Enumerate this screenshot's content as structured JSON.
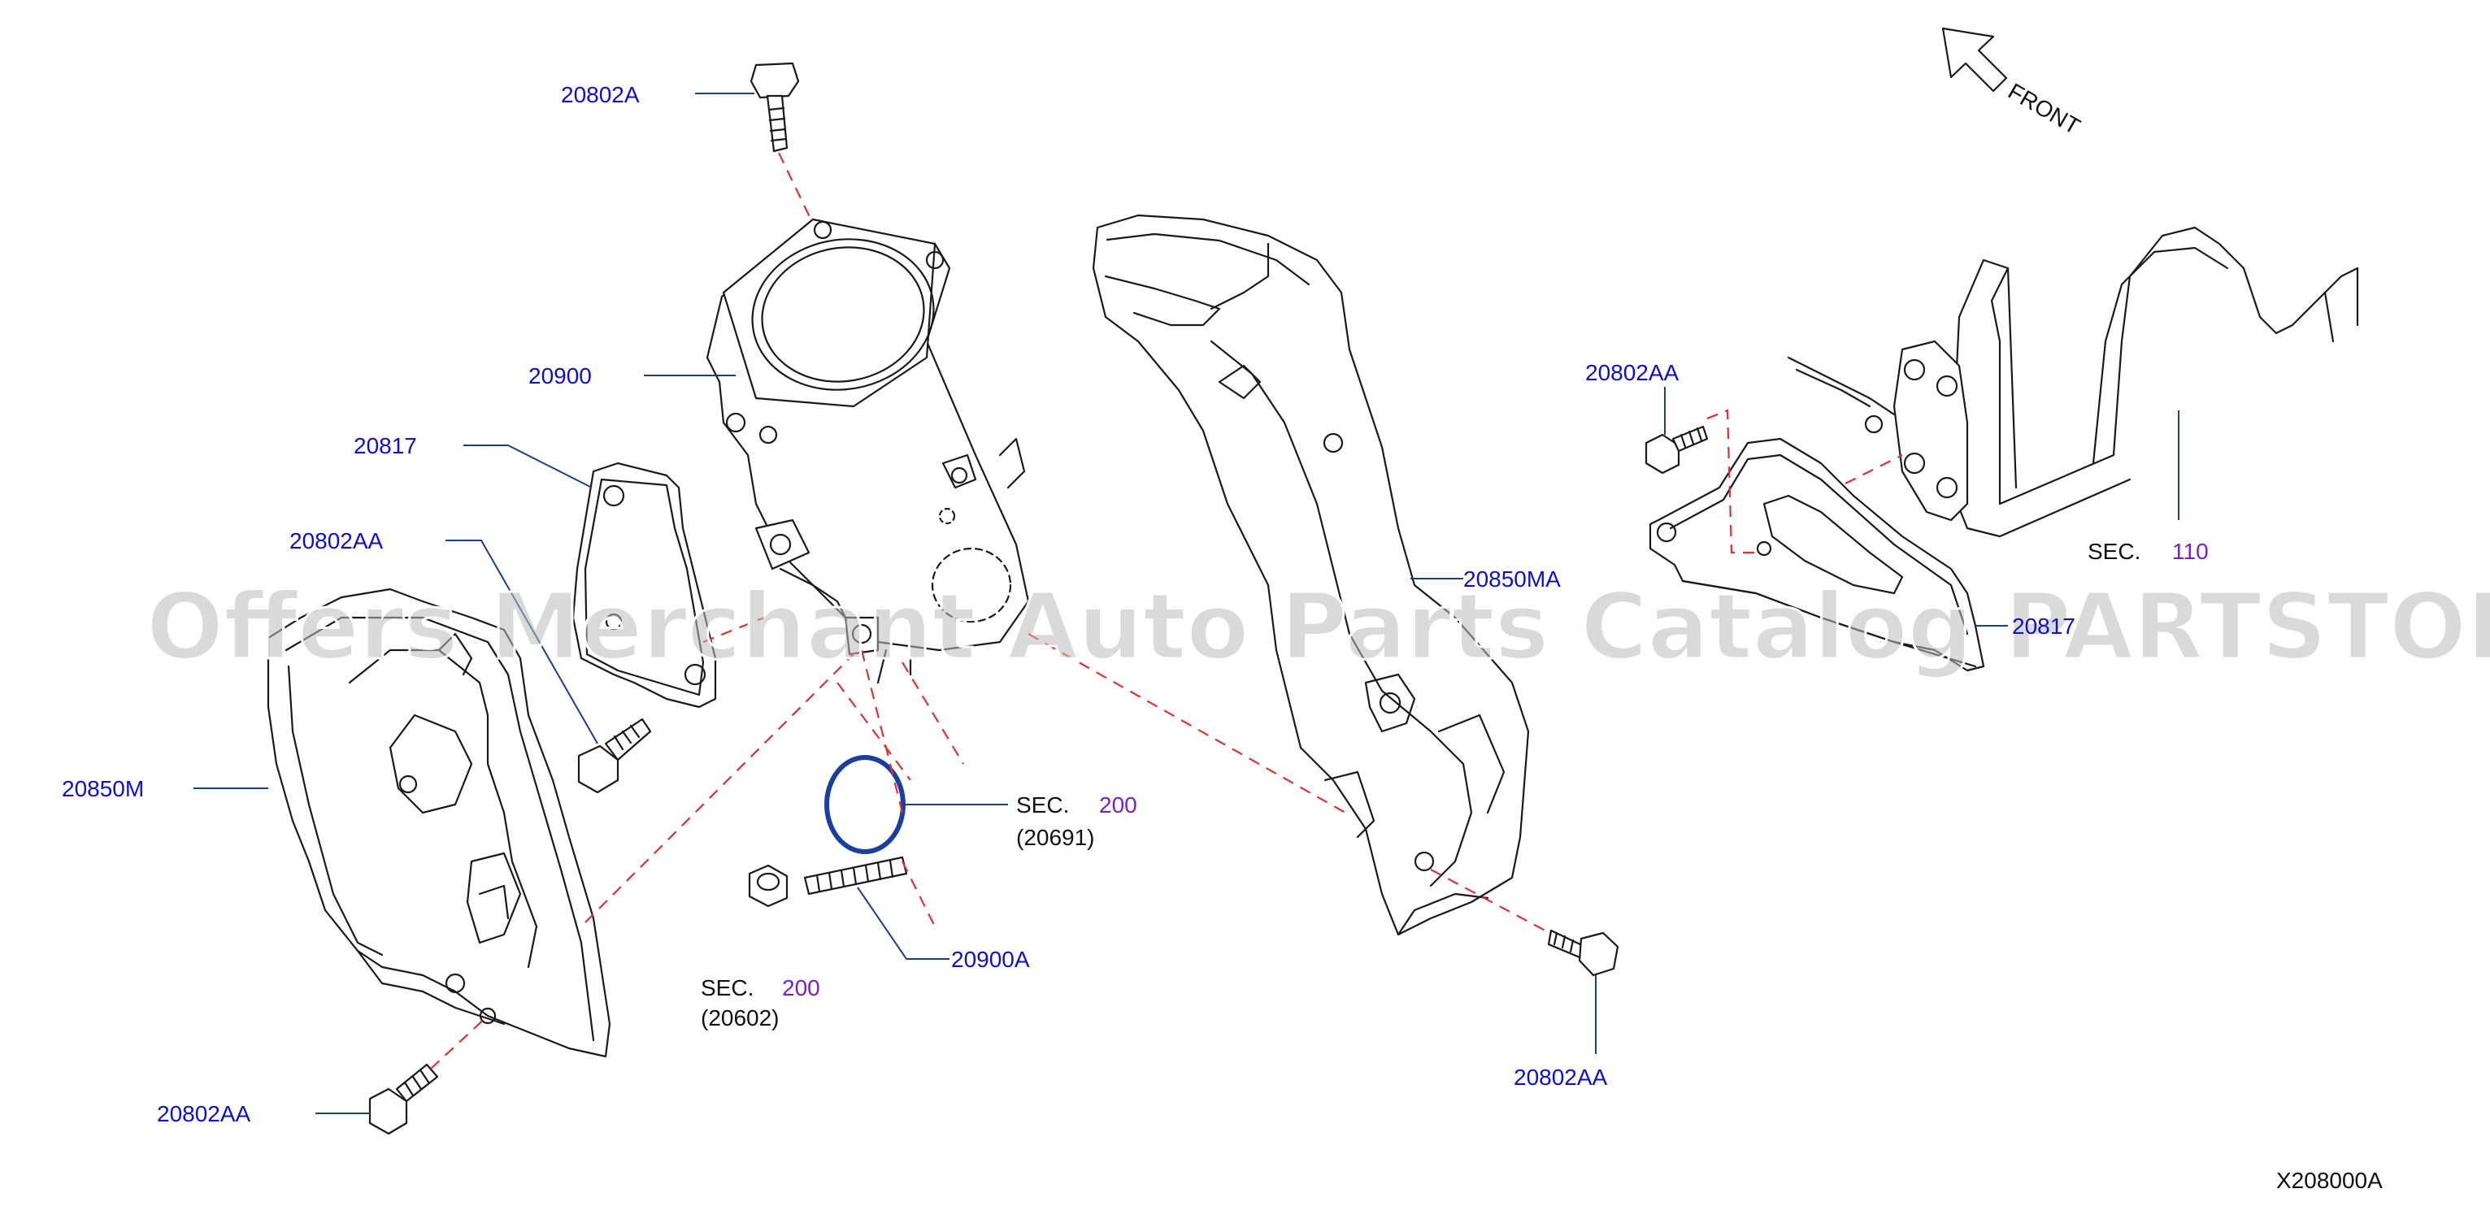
{
  "watermark": "Offers Merchant Auto Parts Catalog PARTSTORE.SA",
  "direction": "FRONT",
  "diagram_id": "X208000A",
  "colors": {
    "part_number": "#1010c8",
    "section_number": "#7a1fd0",
    "leader": "#1d3f8a",
    "hidden_line": "#e03030",
    "o_ring": "#1a3fa0"
  },
  "labels": {
    "bolt_top": "20802A",
    "converter": "20900",
    "bracket_left": "20817",
    "bolt_left_upper": "20802AA",
    "cover_left": "20850M",
    "bolt_left_lower": "20802AA",
    "cover_right": "20850MA",
    "bolt_right_lower": "20802AA",
    "bolt_right_upper": "20802AA",
    "bracket_right": "20817",
    "stud": "20900A"
  },
  "sections": {
    "o_ring": {
      "prefix": "SEC.",
      "number": "200",
      "sub": "(20691)"
    },
    "nut": {
      "prefix": "SEC.",
      "number": "200",
      "sub": "(20602)"
    },
    "engine": {
      "prefix": "SEC.",
      "number": "110"
    }
  }
}
